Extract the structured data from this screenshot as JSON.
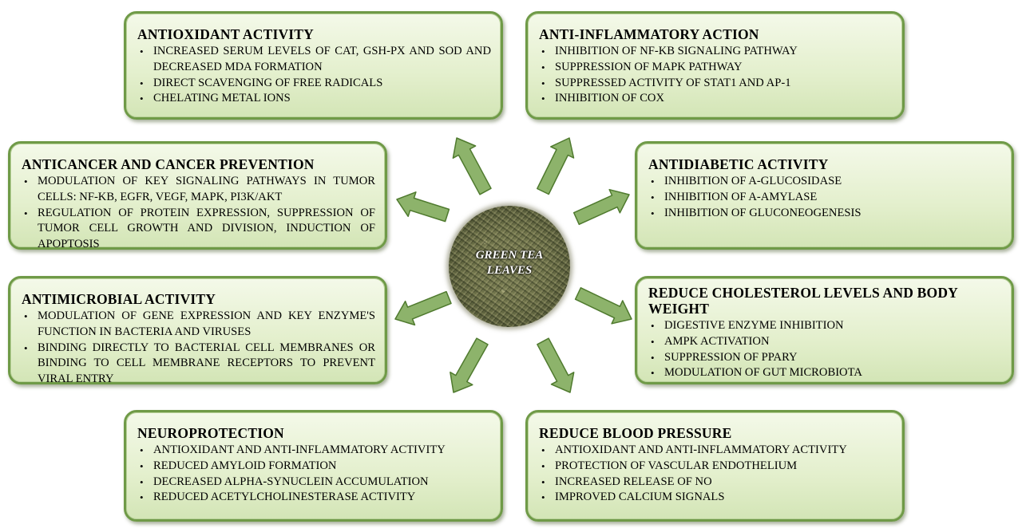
{
  "center": {
    "label_line1": "GREEN TEA",
    "label_line2": "LEAVES"
  },
  "colors": {
    "arrow": "#8db36b",
    "arrow_outline": "#4f7a2e",
    "box_border": "#6f9a47",
    "box_fill": "#e3efcc"
  },
  "boxes": {
    "antioxidant": {
      "title": "ANTIOXIDANT ACTIVITY",
      "items": [
        "INCREASED SERUM LEVELS OF CAT, GSH-PX AND SOD AND DECREASED MDA FORMATION",
        "DIRECT SCAVENGING OF FREE RADICALS",
        "CHELATING METAL IONS"
      ]
    },
    "anti_inflammatory": {
      "title": "ANTI-INFLAMMATORY ACTION",
      "items": [
        "INHIBITION OF NF-KB SIGNALING PATHWAY",
        "SUPPRESSION OF MAPK PATHWAY",
        "SUPPRESSED ACTIVITY OF STAT1 AND AP-1",
        "INHIBITION OF COX"
      ]
    },
    "anticancer": {
      "title": "ANTICANCER AND CANCER PREVENTION",
      "items": [
        "MODULATION OF KEY SIGNALING PATHWAYS IN TUMOR CELLS: NF-KB, EGFR, VEGF, MAPK, PI3K/AKT",
        "REGULATION OF PROTEIN EXPRESSION, SUPPRESSION OF TUMOR CELL GROWTH AND DIVISION, INDUCTION OF APOPTOSIS"
      ]
    },
    "antidiabetic": {
      "title": "ANTIDIABETIC ACTIVITY",
      "items": [
        "INHIBITION OF A-GLUCOSIDASE",
        "INHIBITION OF A-AMYLASE",
        "INHIBITION OF GLUCONEOGENESIS"
      ]
    },
    "antimicrobial": {
      "title": "ANTIMICROBIAL ACTIVITY",
      "items": [
        "MODULATION OF GENE EXPRESSION AND KEY ENZYME'S FUNCTION IN BACTERIA AND VIRUSES",
        "BINDING DIRECTLY TO BACTERIAL CELL MEMBRANES OR BINDING TO CELL MEMBRANE RECEPTORS TO PREVENT VIRAL ENTRY"
      ]
    },
    "cholesterol": {
      "title": "REDUCE CHOLESTEROL LEVELS AND BODY WEIGHT",
      "items": [
        "DIGESTIVE ENZYME INHIBITION",
        "AMPK ACTIVATION",
        "SUPPRESSION OF PPARY",
        "MODULATION OF GUT MICROBIOTA"
      ]
    },
    "neuroprotection": {
      "title": "NEUROPROTECTION",
      "items": [
        "ANTIOXIDANT AND ANTI-INFLAMMATORY ACTIVITY",
        "REDUCED AMYLOID FORMATION",
        "DECREASED ALPHA-SYNUCLEIN ACCUMULATION",
        "REDUCED ACETYLCHOLINESTERASE ACTIVITY"
      ]
    },
    "blood_pressure": {
      "title": "REDUCE BLOOD PRESSURE",
      "items": [
        "ANTIOXIDANT AND ANTI-INFLAMMATORY ACTIVITY",
        "PROTECTION OF VASCULAR ENDOTHELIUM",
        "INCREASED RELEASE OF NO",
        "IMPROVED CALCIUM SIGNALS"
      ]
    }
  }
}
